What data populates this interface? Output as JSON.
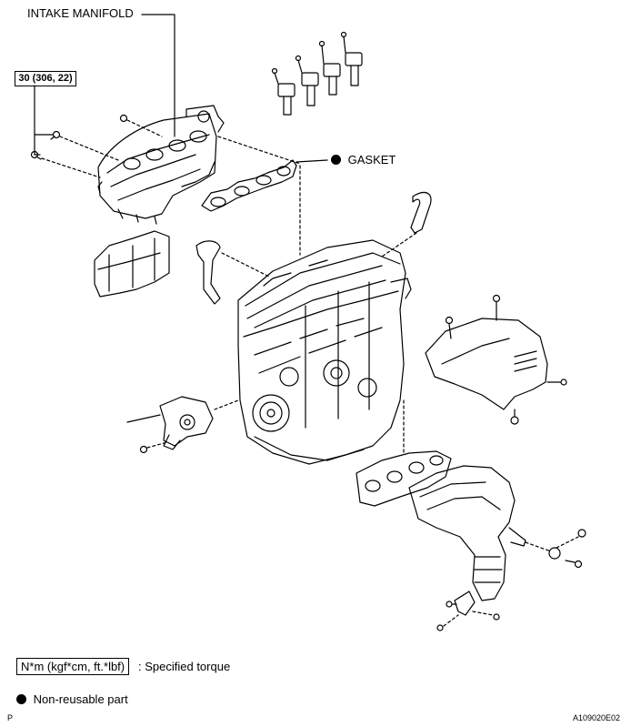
{
  "labels": {
    "intake_manifold": "INTAKE MANIFOLD",
    "gasket": "GASKET",
    "torque_value": "30 (306, 22)"
  },
  "legend": {
    "torque_units": "N*m (kgf*cm, ft.*lbf)",
    "torque_text": ": Specified torque",
    "nonreusable_text": "Non-reusable part"
  },
  "footer": {
    "left_code": "P",
    "figure_id": "A109020E02"
  },
  "icons": {
    "gasket_marker": "filled-circle-icon",
    "nonreusable_marker": "filled-circle-icon"
  }
}
